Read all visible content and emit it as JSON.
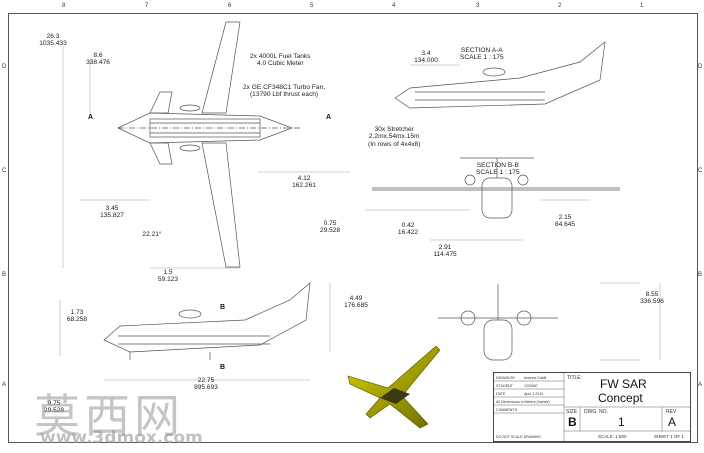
{
  "zones": {
    "top": [
      "8",
      "7",
      "6",
      "5",
      "4",
      "3",
      "2",
      "1"
    ],
    "side": [
      "D",
      "C",
      "B",
      "A"
    ]
  },
  "dims": {
    "d1": {
      "a": "26.3",
      "b": "1035.433"
    },
    "d2": {
      "a": "8.6",
      "b": "338.476"
    },
    "d3": {
      "a": "3.45",
      "b": "135.827"
    },
    "d4": "22.21°",
    "d5": {
      "a": "1.5",
      "b": "59.123"
    },
    "d6": {
      "a": "4.12",
      "b": "162.261"
    },
    "d7": {
      "a": "0.75",
      "b": "29.528"
    },
    "d8": {
      "a": "0.42",
      "b": "16.422"
    },
    "d9": {
      "a": "2.91",
      "b": "114.475"
    },
    "d10": {
      "a": "2.15",
      "b": "84.645"
    },
    "d11": {
      "a": "3.4",
      "b": "134.000"
    },
    "d12": {
      "a": "1.73",
      "b": "68.258"
    },
    "d13": {
      "a": "4.49",
      "b": "176.685"
    },
    "d14": {
      "a": "22.75",
      "b": "895.693"
    },
    "d15": {
      "a": "0.75",
      "b": "29.528"
    },
    "d16": {
      "a": "8.55",
      "b": "336.596"
    }
  },
  "notes": {
    "fuel": "2x 4000L Fuel Tanks\n4.0 Cubic Meter",
    "engine": "2x GE CF348C1 Turbo Fan,\n(13790 Lbf thrust each)",
    "stretcher": "30x Stretcher\n2.2mx.54mx.15m\n(In rows of 4x4x8)"
  },
  "sections": {
    "aa": {
      "title": "SECTION A-A",
      "scale": "SCALE 1 : 175"
    },
    "bb": {
      "title": "SECTION B-B",
      "scale": "SCALE 1 : 175"
    }
  },
  "section_marks": {
    "a": "A",
    "b": "B"
  },
  "title_block": {
    "drawn_label": "DRAWN BY",
    "drawn_value": "Andrew Cahill",
    "date_label": "DATE",
    "date_value": "April 3 2015",
    "id_label": "STUDENT",
    "id_value": "1234567",
    "units": "All Dimensions in Meters (Inches)",
    "comments": "COMMENTS:",
    "title_label": "TITLE:",
    "title_line1": "FW SAR",
    "title_line2": "Concept",
    "size_label": "SIZE",
    "size_value": "B",
    "dwg_label": "DWG.  NO.",
    "dwg_value": "1",
    "rev_label": "REV",
    "rev_value": "A",
    "scale": "SCALE: 1:500",
    "sheet": "SHEET 1 OF 1",
    "footer": "DO NOT SCALE DRAWING"
  },
  "watermark": {
    "cn": "莫西网",
    "url": "www.3dmox.com"
  }
}
